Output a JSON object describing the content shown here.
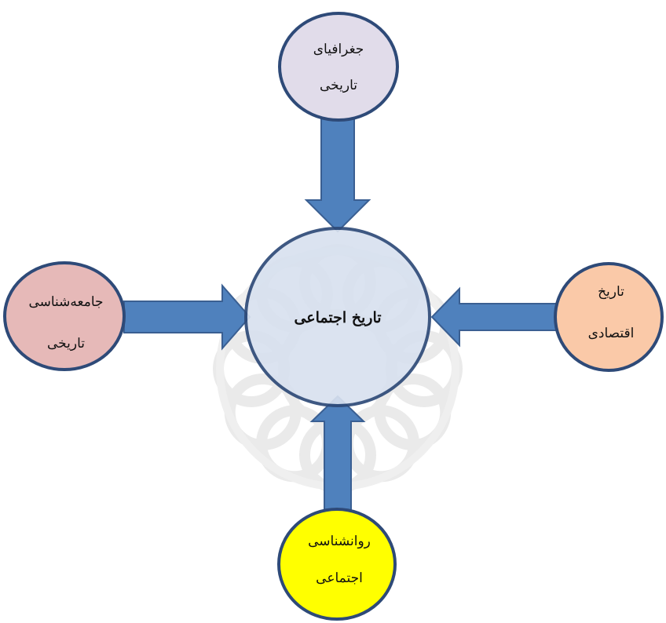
{
  "nodes": {
    "center": {
      "label": "تاریخ اجتماعی",
      "fill": "#d8e1ef"
    },
    "top": {
      "line1": "جغرافیای",
      "line2": "تاریخی",
      "fill": "#e1dcea"
    },
    "left": {
      "line1": "جامعه‌شناسی",
      "line2": "تاریخی",
      "fill": "#e6b9b8"
    },
    "right": {
      "line1": "تاریخ",
      "line2": "اقتصادی",
      "fill": "#fac9a8"
    },
    "bottom": {
      "line1": "روانشناسی",
      "line2": "اجتماعی",
      "fill": "#ffff00"
    }
  },
  "colors": {
    "stroke": "#2e4a78",
    "arrow_fill": "#4f81bd",
    "arrow_stroke": "#3a5f92",
    "watermark": "#d9d9d9"
  }
}
